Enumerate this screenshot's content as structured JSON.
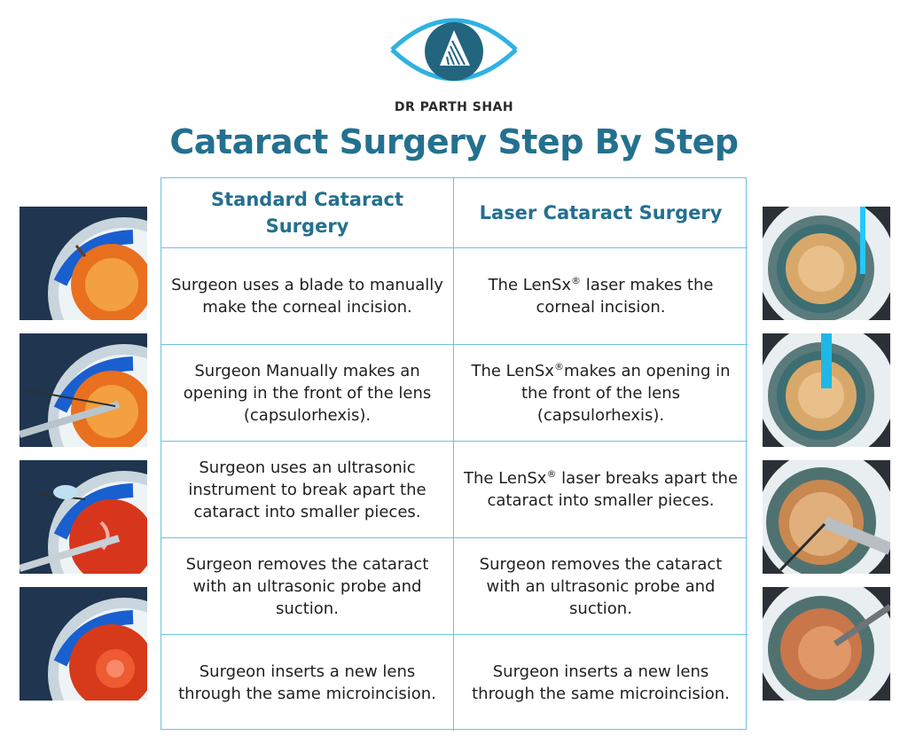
{
  "brand": {
    "name": "DR PARTH SHAH",
    "icon": "eye-logo-icon",
    "color": "#24708f"
  },
  "title": "Cataract Surgery Step By Step",
  "table": {
    "headers": [
      "Standard Cataract Surgery",
      "Laser Cataract Surgery"
    ],
    "rows": [
      {
        "standard": "Surgeon uses a blade to manually make the corneal incision.",
        "laser": [
          "The LenSx",
          "®",
          " laser makes the corneal incision."
        ]
      },
      {
        "standard": "Surgeon Manually makes an opening in the front of the lens (capsulorhexis).",
        "laser": [
          "The LenSx",
          "®",
          "makes an opening in the front of the lens (capsulorhexis)."
        ]
      },
      {
        "standard": "Surgeon uses an ultrasonic instrument to break apart the cataract into smaller pieces.",
        "laser": [
          "The LenSx",
          "®",
          " laser breaks apart the cataract into smaller pieces."
        ]
      },
      {
        "standard": "Surgeon removes the cataract with an ultrasonic probe and suction.",
        "laser": [
          "Surgeon removes the cataract with an ultrasonic probe and suction.",
          "",
          ""
        ]
      },
      {
        "standard": "Surgeon inserts a new lens through the same microincision.",
        "laser": [
          "Surgeon inserts a new lens through the same microincision.",
          "",
          ""
        ]
      }
    ]
  },
  "images": {
    "left": [
      "eye-cross-section-incision",
      "eye-cross-section-capsulorhexis",
      "eye-cross-section-phaco",
      "eye-cross-section-lens-insert"
    ],
    "right": [
      "laser-eye-incision",
      "laser-eye-capsulotomy",
      "laser-eye-fragmentation",
      "laser-eye-lens-insert"
    ]
  },
  "colors": {
    "accent": "#24708f",
    "grid": "#6cc3dc",
    "text": "#1f1f1f"
  }
}
